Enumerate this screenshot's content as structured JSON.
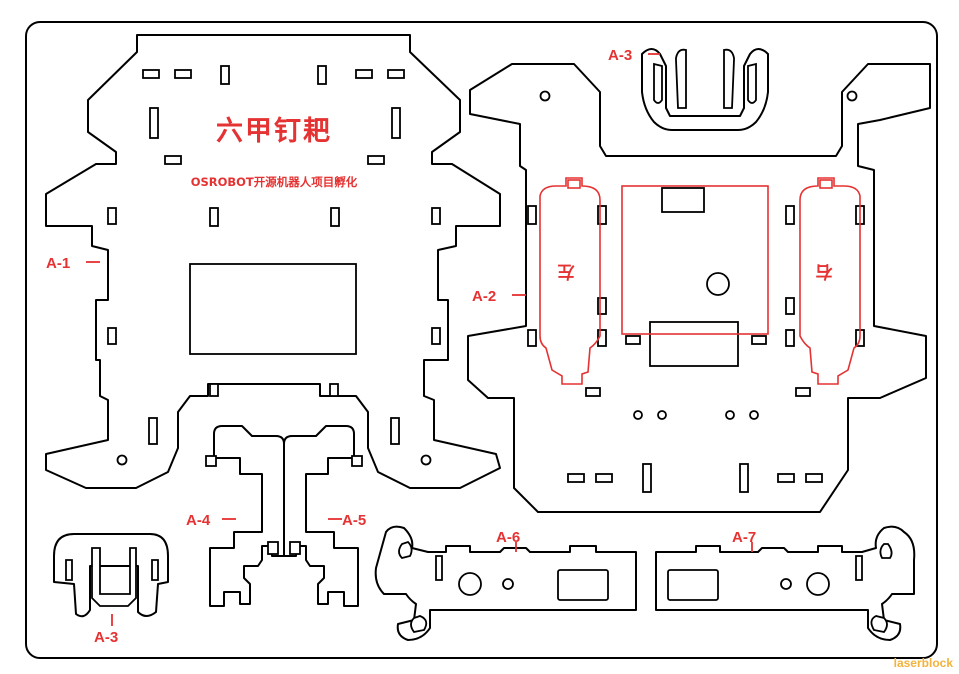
{
  "board": {
    "title": "六甲钉耙",
    "subtitle": "OSROBOT开源机器人项目孵化",
    "watermark": "laserblock"
  },
  "parts": {
    "a1": "A-1",
    "a2": "A-2",
    "a3_top": "A-3",
    "a3_bottom": "A-3",
    "a4": "A-4",
    "a5": "A-5",
    "a6": "A-6",
    "a7": "A-7"
  },
  "servo_labels": {
    "left": "左",
    "right": "右"
  },
  "colors": {
    "cut_line": "#000000",
    "engrave": "#e53232",
    "watermark": "#f2b33d"
  }
}
